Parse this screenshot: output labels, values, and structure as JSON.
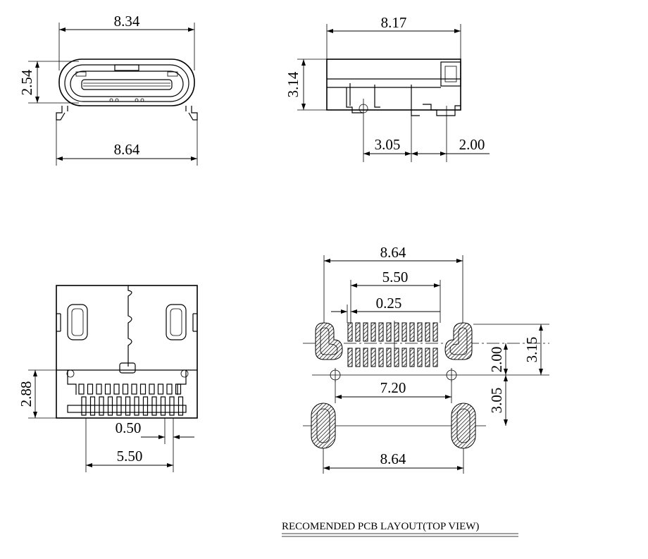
{
  "front_view": {
    "width_top": "8.34",
    "height": "2.54",
    "width_bottom": "8.64"
  },
  "side_view": {
    "length": "8.17",
    "height": "3.14",
    "pitch_a": "3.05",
    "pitch_b": "2.00"
  },
  "bottom_view": {
    "height": "2.88",
    "pitch": "0.50",
    "span": "5.50"
  },
  "pcb_layout": {
    "outer_width": "8.64",
    "pad_span": "5.50",
    "pad_width": "0.25",
    "height": "3.15",
    "row_gap": "2.00",
    "hole_spacing": "7.20",
    "slot_offset": "3.05",
    "slot_width": "8.64",
    "caption": "RECOMENDED PCB LAYOUT(TOP VIEW)"
  }
}
